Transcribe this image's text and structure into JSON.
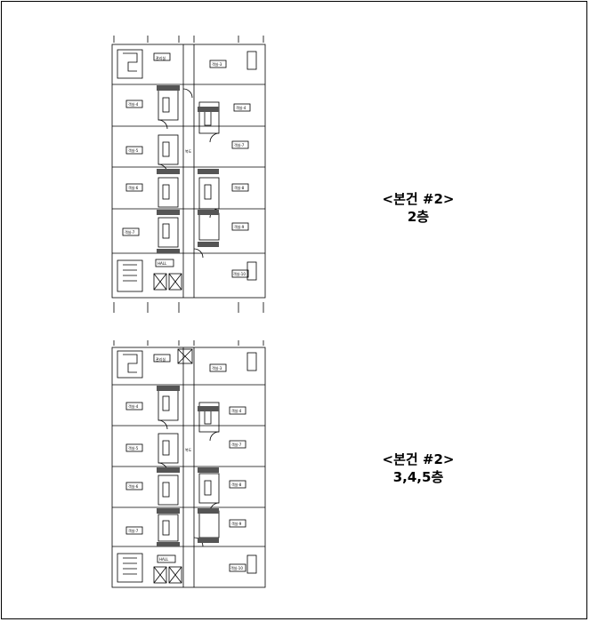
{
  "plans": [
    {
      "title": "<본건 #2>",
      "floor": "2층",
      "labels": {
        "top_room": "관리실",
        "hall": "HALL",
        "corridor": "복도",
        "rooms_left": [
          "객실-4",
          "객실-5",
          "객실-6",
          "객실-7"
        ],
        "rooms_right": [
          "객실-3",
          "객실-4",
          "객실-7",
          "객실-8",
          "객실-9",
          "객실-10"
        ]
      }
    },
    {
      "title": "<본건 #2>",
      "floor": "3,4,5층",
      "labels": {
        "top_room": "관리실",
        "hall": "HALL",
        "corridor": "복도",
        "rooms_left": [
          "객실-4",
          "객실-5",
          "객실-6",
          "객실-7"
        ],
        "rooms_right": [
          "객실-3",
          "객실-4",
          "객실-7",
          "객실-8",
          "객실-9",
          "객실-10"
        ]
      }
    }
  ],
  "colors": {
    "line": "#000000",
    "tile": "#555555",
    "background": "#ffffff"
  }
}
